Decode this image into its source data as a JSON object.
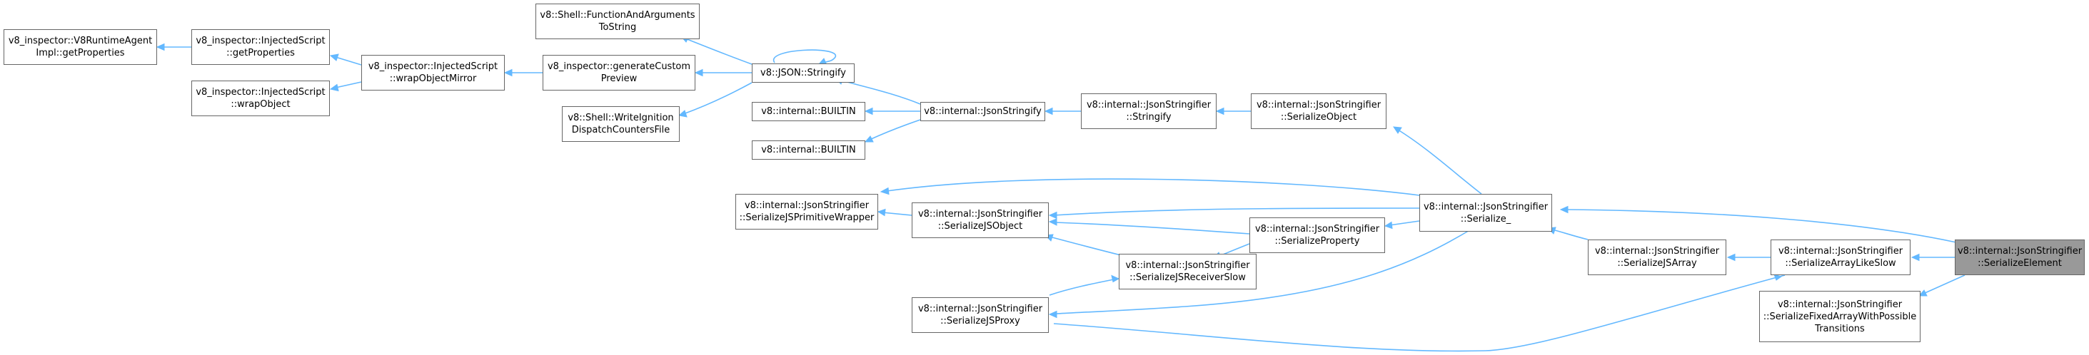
{
  "colors": {
    "edge": "#63b8ff",
    "node_border": "#666666",
    "focus_fill": "#999999"
  },
  "nodes": {
    "getProperties_agent": [
      "v8_inspector::V8RuntimeAgent",
      "Impl::getProperties"
    ],
    "injected_getProperties": [
      "v8_inspector::InjectedScript",
      "::getProperties"
    ],
    "injected_wrapObject": [
      "v8_inspector::InjectedScript",
      "::wrapObject"
    ],
    "wrapObjectMirror": [
      "v8_inspector::InjectedScript",
      "::wrapObjectMirror"
    ],
    "generateCustomPreview": [
      "v8_inspector::generateCustom",
      "Preview"
    ],
    "shell_funcargs": [
      "v8::Shell::FunctionAndArguments",
      "ToString"
    ],
    "shell_writeignition": [
      "v8::Shell::WriteIgnition",
      "DispatchCountersFile"
    ],
    "json_stringify": [
      "v8::JSON::Stringify"
    ],
    "builtin_1": [
      "v8::internal::BUILTIN"
    ],
    "builtin_2": [
      "v8::internal::BUILTIN"
    ],
    "internal_jsonstringify": [
      "v8::internal::JsonStringify"
    ],
    "stringifier_stringify": [
      "v8::internal::JsonStringifier",
      "::Stringify"
    ],
    "serialize_object": [
      "v8::internal::JsonStringifier",
      "::SerializeObject"
    ],
    "serialize_": [
      "v8::internal::JsonStringifier",
      "::Serialize_"
    ],
    "serialize_primitive_wrapper": [
      "v8::internal::JsonStringifier",
      "::SerializeJSPrimitiveWrapper"
    ],
    "serialize_jsobject": [
      "v8::internal::JsonStringifier",
      "::SerializeJSObject"
    ],
    "serialize_property": [
      "v8::internal::JsonStringifier",
      "::SerializeProperty"
    ],
    "serialize_receiver_slow": [
      "v8::internal::JsonStringifier",
      "::SerializeJSReceiverSlow"
    ],
    "serialize_jsproxy": [
      "v8::internal::JsonStringifier",
      "::SerializeJSProxy"
    ],
    "serialize_jsarray": [
      "v8::internal::JsonStringifier",
      "::SerializeJSArray"
    ],
    "serialize_arraylikeslow": [
      "v8::internal::JsonStringifier",
      "::SerializeArrayLikeSlow"
    ],
    "serialize_fixedarray": [
      "v8::internal::JsonStringifier",
      "::SerializeFixedArrayWithPossible",
      "Transitions"
    ],
    "serialize_element": [
      "v8::internal::JsonStringifier",
      "::SerializeElement"
    ]
  }
}
